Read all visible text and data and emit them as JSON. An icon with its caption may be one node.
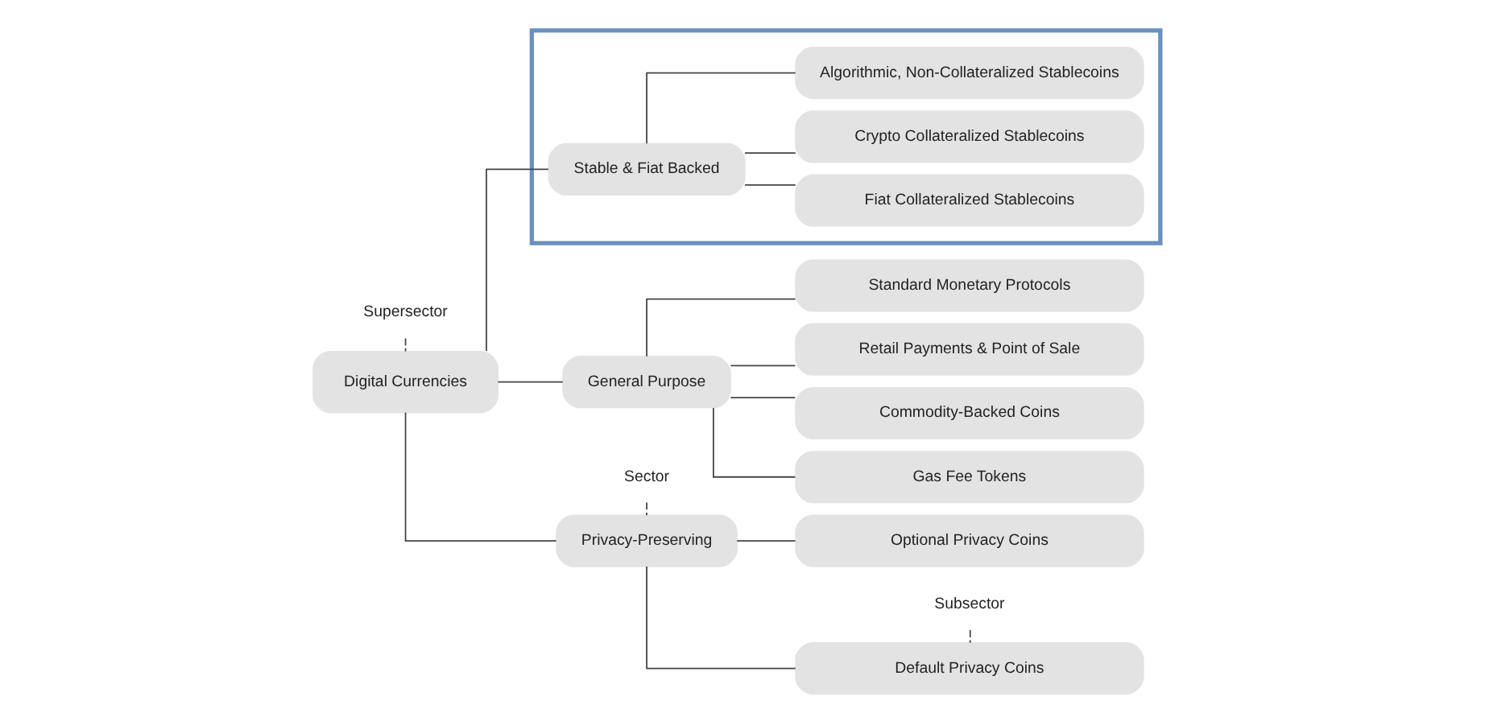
{
  "diagram": {
    "nodes": [
      {
        "text": [
          "Supersector"
        ]
      },
      {
        "text": [
          "Sector"
        ]
      },
      {
        "text": [
          "Subsector"
        ]
      },
      {
        "text": [
          "Digital Currencies"
        ]
      },
      {
        "text": [
          "Privacy-Preserving"
        ]
      },
      {
        "text": [
          "Default Privacy Coins"
        ]
      },
      {
        "text": [
          "Optional Privacy Coins"
        ]
      },
      {
        "text": [
          "General Purpose"
        ]
      },
      {
        "text": [
          "Standard Monetary Protocols"
        ]
      },
      {
        "text": [
          "Retail Payments & Point of Sale"
        ]
      },
      {
        "text": [
          "Commodity-Backed Coins"
        ]
      },
      {
        "text": [
          "Gas Fee Tokens"
        ]
      },
      {
        "text": [],
        "shape": "box"
      },
      {
        "text": [
          "Stable & Fiat Backed"
        ],
        "in": 12
      },
      {
        "text": [
          "Fiat Collateralized Stablecoins"
        ],
        "in": 12
      },
      {
        "text": [
          "Crypto Collateralized Stablecoins"
        ],
        "in": 12
      },
      {
        "text": [
          "Algorithmic, Non-Collateralized Stablecoins"
        ],
        "in": 12
      }
    ],
    "edges": [
      {
        "from": 0,
        "to": 3,
        "arrow": "none",
        "style": "dashed"
      },
      {
        "from": 1,
        "to": 4,
        "arrow": "none",
        "style": "dashed"
      },
      {
        "from": 2,
        "to": 5,
        "arrow": "none",
        "style": "dashed"
      },
      {
        "from": 3,
        "to": 4,
        "arrow": "none"
      },
      {
        "from": 3,
        "to": 7,
        "arrow": "none"
      },
      {
        "from": 3,
        "to": 13,
        "arrow": "none"
      },
      {
        "from": 4,
        "to": 5,
        "arrow": "none"
      },
      {
        "from": 4,
        "to": 6,
        "arrow": "none"
      },
      {
        "from": 7,
        "to": 8,
        "arrow": "none"
      },
      {
        "from": 7,
        "to": 9,
        "arrow": "none"
      },
      {
        "from": 7,
        "to": 10,
        "arrow": "none"
      },
      {
        "from": 7,
        "to": 11,
        "arrow": "none"
      },
      {
        "from": 13,
        "to": 14,
        "arrow": "none"
      },
      {
        "from": 13,
        "to": 15,
        "arrow": "none"
      },
      {
        "from": 13,
        "to": 16,
        "arrow": "none"
      }
    ]
  }
}
